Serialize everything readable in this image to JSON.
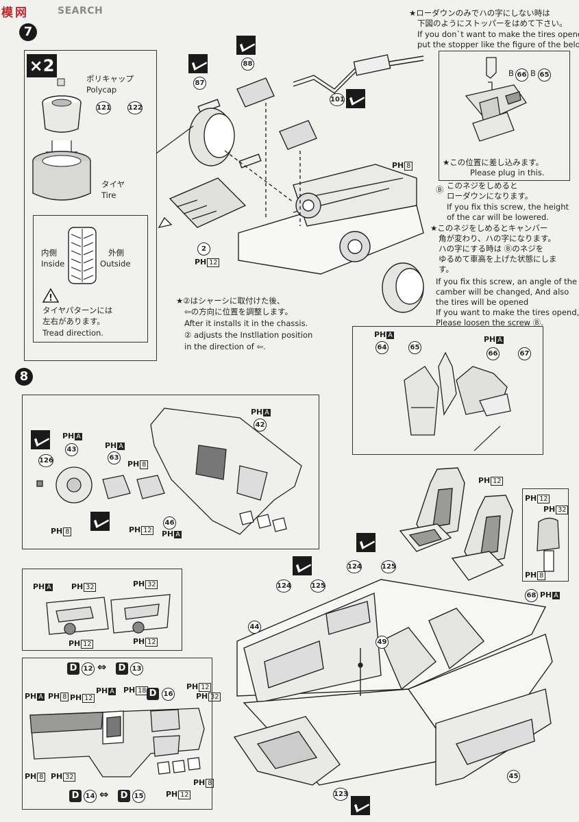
{
  "header": {
    "logo": "SEARCH"
  },
  "steps": {
    "s7": "7",
    "s8": "8"
  },
  "box7": {
    "mult": "×2",
    "polycap_jp": "ポリキャップ",
    "polycap_en": "Polycap",
    "tire_jp": "タイヤ",
    "tire_en": "Tire",
    "inside_jp": "内側",
    "inside_en": "Inside",
    "outside_jp": "外側",
    "outside_en": "Outside",
    "tread_jp1": "タイヤパターンには",
    "tread_jp2": "左右があります。",
    "tread_en": "Tread direction.",
    "p121": "121",
    "p122": "122"
  },
  "notes": {
    "stopper_jp1": "★ローダウンのみでハの字にしない時は",
    "stopper_jp2": "下図のようにストッパーをはめて下さい。",
    "stopper_en1": "If you don`t want to make the tires opened,",
    "stopper_en2": "put the stopper like the figure of the below.",
    "b_label": "B",
    "b66": "66",
    "b65": "65",
    "plug_jp": "★この位置に差し込みます。",
    "plug_en": "Please plug in this.",
    "screwB_jp1": "このネジをしめると",
    "screwB_jp2": "ローダウンになります。",
    "screwB_en1": "If you fix this screw, the height",
    "screwB_en2": "of the car will be lowered.",
    "camber_jp1": "★このネジをしめるとキャンバー",
    "camber_jp2": "角が変わり、ハの字になります。",
    "camber_jp3": "ハの字にする時は Ⓑのネジを",
    "camber_jp4": "ゆるめて車高を上げた状態にしま",
    "camber_jp5": "す。",
    "camber_en1": "If you fix this screw, an angle of the",
    "camber_en2": "camber will be changed, And also",
    "camber_en3": "the tires will be opened",
    "camber_en4": "If you want to make the tires opend,",
    "camber_en5": "Please loosen the screw Ⓑ.",
    "chassis_jp1": "★②はシャーシに取付けた後、",
    "chassis_jp2": "⇦の方向に位置を調整します。",
    "chassis_en1": "After it installs it in the chassis.",
    "chassis_en2": "② adjusts the Instllation position",
    "chassis_en3": "in the direction of ⇦."
  },
  "parts": {
    "p87": "87",
    "p88": "88",
    "p101": "101",
    "p2": "2",
    "p64": "64",
    "p65": "65",
    "p66": "66",
    "p67": "67",
    "p42": "42",
    "p43": "43",
    "p63": "63",
    "p126": "126",
    "p46": "46",
    "p124a": "124",
    "p125a": "125",
    "p124b": "124",
    "p125b": "125",
    "p44": "44",
    "p49": "49",
    "p68": "68",
    "p45": "45",
    "p123": "123",
    "d12": "12",
    "d13": "13",
    "d14": "14",
    "d15": "15",
    "d16": "16"
  },
  "paint": {
    "ph": "PH",
    "c8": "8",
    "c12": "12",
    "c18": "18",
    "c32": "32",
    "cA": "A"
  },
  "colors": {
    "ink": "#222222",
    "paper": "#f1f1ee",
    "logo": "#c0282d"
  }
}
